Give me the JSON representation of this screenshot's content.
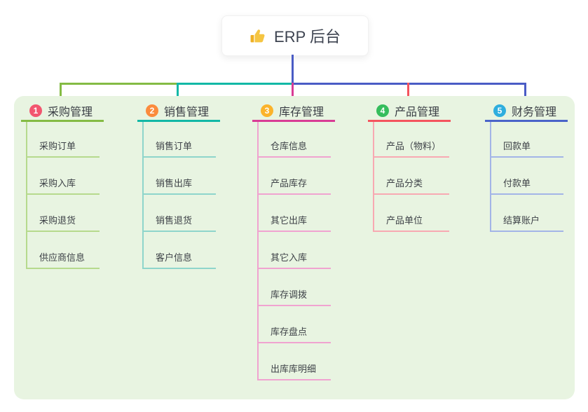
{
  "root": {
    "title": "ERP 后台",
    "icon": "thumbs-up-icon",
    "icon_color": "#f5bc2f",
    "text_color": "#3d4350"
  },
  "panel": {
    "bg": "#e8f4e1"
  },
  "connectors": {
    "stem_color": "#4a5cc5",
    "bus_segments": [
      {
        "color": "#84bb44"
      },
      {
        "color": "#12b8a6"
      },
      {
        "color": "#4a5cc5"
      }
    ]
  },
  "branches": [
    {
      "badge": "1",
      "label": "采购管理",
      "badge_color": "#f2566f",
      "line_color": "#84bb44",
      "drop_color": "#84bb44",
      "child_line_color": "#b6da8d",
      "children": [
        "采购订单",
        "采购入库",
        "采购退货",
        "供应商信息"
      ]
    },
    {
      "badge": "2",
      "label": "销售管理",
      "badge_color": "#fb8b3d",
      "line_color": "#12b8a6",
      "drop_color": "#12b8a6",
      "child_line_color": "#8ed5cb",
      "children": [
        "销售订单",
        "销售出库",
        "销售退货",
        "客户信息"
      ]
    },
    {
      "badge": "3",
      "label": "库存管理",
      "badge_color": "#fbb32b",
      "line_color": "#d93c95",
      "drop_color": "#d93c95",
      "child_line_color": "#f0a3d0",
      "children": [
        "仓库信息",
        "产品库存",
        "其它出库",
        "其它入库",
        "库存调拨",
        "库存盘点",
        "出库库明细"
      ]
    },
    {
      "badge": "4",
      "label": "产品管理",
      "badge_color": "#35bd5c",
      "line_color": "#f4545e",
      "drop_color": "#f4545e",
      "child_line_color": "#f8a9b2",
      "children": [
        "产品（物料）",
        "产品分类",
        "产品单位"
      ]
    },
    {
      "badge": "5",
      "label": "财务管理",
      "badge_color": "#2eaede",
      "line_color": "#4a63c9",
      "drop_color": "#4a5cc5",
      "child_line_color": "#a3b5e7",
      "children": [
        "回款单",
        "付款单",
        "结算账户"
      ]
    }
  ]
}
